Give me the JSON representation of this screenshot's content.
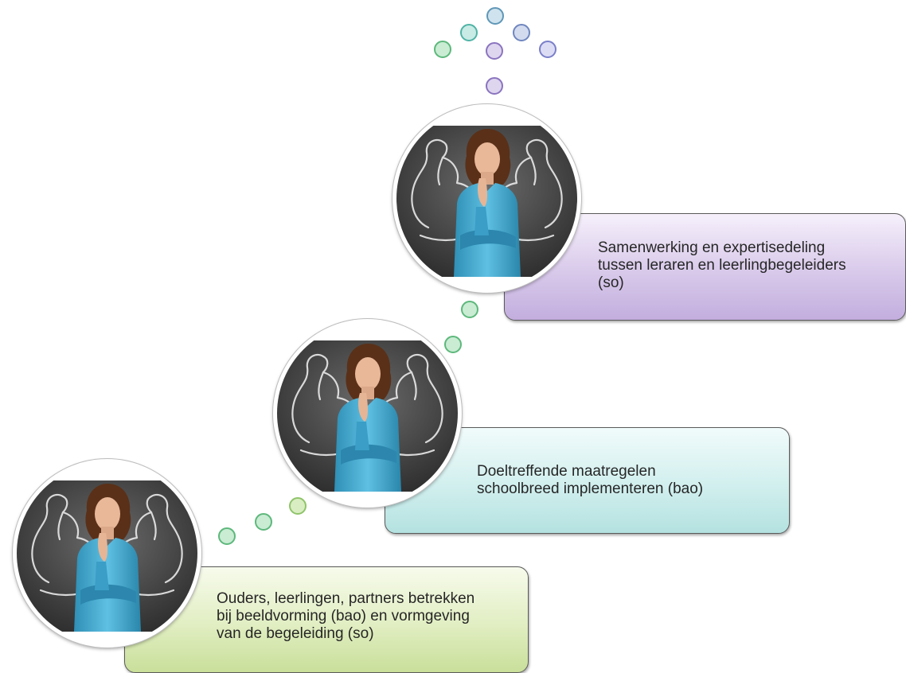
{
  "steps": [
    {
      "id": "samenwerking",
      "text": "Samenwerking en expertisedeling\ntussen leraren en leerlingbegeleiders\n(so)",
      "color": "#b9a6d6",
      "border": "#5a5a5a",
      "photo_icon": "strong-woman-photo"
    },
    {
      "id": "maatregelen",
      "text": "Doeltreffende maatregelen\nschoolbreed implementeren (bao)",
      "color": "#b4e2e0",
      "border": "#5a5a5a",
      "photo_icon": "strong-woman-photo"
    },
    {
      "id": "ouders",
      "text": "Ouders, leerlingen, partners betrekken\nbij beeldvorming (bao) en vormgeving\nvan de begeleiding (so)",
      "color": "#c9df9a",
      "border": "#5a5a5a",
      "photo_icon": "strong-woman-photo"
    }
  ],
  "dot_colors": {
    "green": "#6cc58a",
    "light_green": "#9fd07a",
    "teal": "#5fb8b0",
    "blue_gray": "#7aa7c3",
    "periwinkle": "#8a94d1",
    "purple": "#9b87c9"
  }
}
